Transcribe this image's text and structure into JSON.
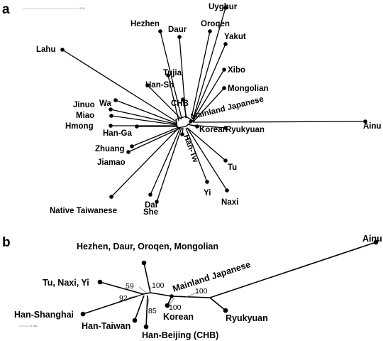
{
  "panel_a": {
    "label": "a",
    "scale_text": "0.01",
    "taxa": [
      "Uyghur",
      "Oroqen",
      "Hezhen",
      "Daur",
      "Yakut",
      "Lahu",
      "Xibo",
      "Tujia",
      "Han-Sh",
      "Mongolian",
      "CHB",
      "Mainland Japanese",
      "Jinuo",
      "Wa",
      "Miao",
      "Hmong",
      "Ainu",
      "Han-Ga",
      "Korean",
      "Ryukyuan",
      "Zhuang",
      "Han-Tw",
      "Jiamao",
      "Tu",
      "Yi",
      "Naxi",
      "Native Taiwanese",
      "Dai",
      "She"
    ]
  },
  "panel_b": {
    "label": "b",
    "scale_text": "0.001",
    "taxa": [
      "Ainu",
      "Hezhen, Daur, Oroqen, Mongolian",
      "Mainland Japanese",
      "Tu, Naxi, Yi",
      "Han-Shanghai",
      "Han-Taiwan",
      "Korean",
      "Ryukyuan",
      "Han-Beijing (CHB)"
    ],
    "bootstrap": [
      "59",
      "100",
      "92",
      "100",
      "85",
      "100"
    ]
  }
}
